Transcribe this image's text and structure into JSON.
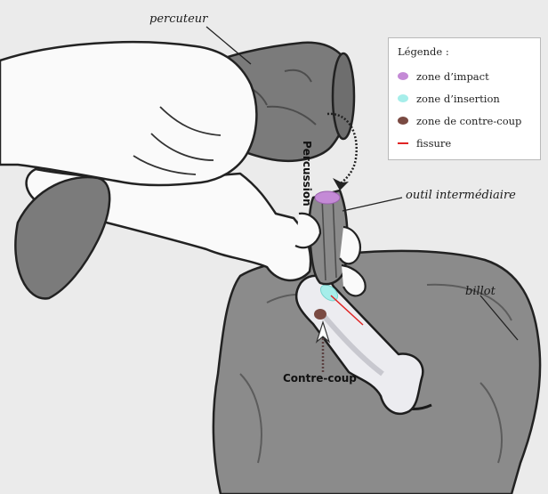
{
  "labels": {
    "percuteur": "percuteur",
    "outil": "outil intermédiaire",
    "billot": "billot",
    "percussion": "Percussion",
    "contre_coup": "Contre-coup"
  },
  "legend": {
    "title": "Légende :",
    "items": [
      {
        "label": "zone d’impact",
        "color": "#c48ad6",
        "marker": "dot"
      },
      {
        "label": "zone d’insertion",
        "color": "#a6eeea",
        "marker": "dot"
      },
      {
        "label": "zone de contre-coup",
        "color": "#7a4a42",
        "marker": "dot"
      },
      {
        "label": "fissure",
        "color": "#e02424",
        "marker": "line"
      }
    ]
  }
}
